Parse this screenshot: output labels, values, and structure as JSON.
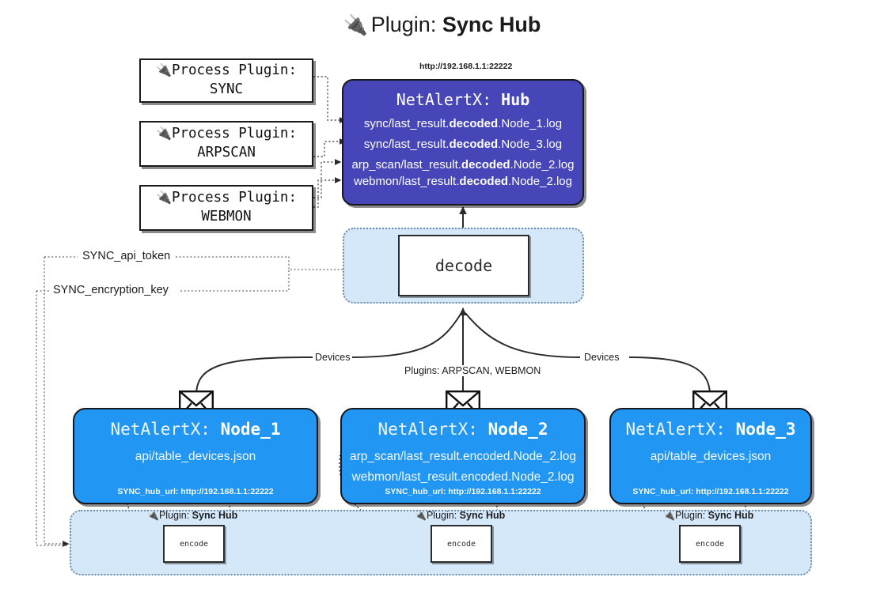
{
  "header": {
    "plug_icon": "plug-icon",
    "prefix": "Plugin:",
    "name": "Sync Hub"
  },
  "process_plugins": [
    {
      "line1": "Process Plugin:",
      "line2": "SYNC"
    },
    {
      "line1": "Process Plugin:",
      "line2": "ARPSCAN"
    },
    {
      "line1": "Process Plugin:",
      "line2": "WEBMON"
    }
  ],
  "hub": {
    "address": "http://192.168.1.1:22222",
    "title_prefix": "NetAlertX:",
    "title_name": "Hub",
    "logs": [
      {
        "pre": "sync/last_result.",
        "mid": "decoded",
        "post": ".Node_1.log"
      },
      {
        "pre": "sync/last_result.",
        "mid": "decoded",
        "post": ".Node_3.log"
      },
      {
        "pre": "arp_scan/last_result.",
        "mid": "decoded",
        "post": ".Node_2.log"
      },
      {
        "pre": "webmon/last_result.",
        "mid": "decoded",
        "post": ".Node_2.log"
      }
    ]
  },
  "decode": {
    "label": "decode"
  },
  "variables": [
    {
      "label": "SYNC_api_token"
    },
    {
      "label": "SYNC_encryption_key"
    }
  ],
  "edge_labels": {
    "devices_left": "Devices",
    "devices_right": "Devices",
    "plugins_center": "Plugins: ARPSCAN, WEBMON"
  },
  "nodes": [
    {
      "title_prefix": "NetAlertX:",
      "title_name": "Node_1",
      "lines": [
        "api/table_devices.json"
      ],
      "footer": "SYNC_hub_url: http://192.168.1.1:22222",
      "envelope_icon": "envelope-icon"
    },
    {
      "title_prefix": "NetAlertX:",
      "title_name": "Node_2",
      "lines": [
        "arp_scan/last_result.encoded.Node_2.log",
        "webmon/last_result.encoded.Node_2.log"
      ],
      "footer": "SYNC_hub_url: http://192.168.1.1:22222",
      "envelope_icon": "envelope-icon"
    },
    {
      "title_prefix": "NetAlertX:",
      "title_name": "Node_3",
      "lines": [
        "api/table_devices.json"
      ],
      "footer": "SYNC_hub_url: http://192.168.1.1:22222",
      "envelope_icon": "envelope-icon"
    }
  ],
  "encoders": [
    {
      "tag_prefix": "Plugin:",
      "tag_name": "Sync Hub",
      "label": "encode"
    },
    {
      "tag_prefix": "Plugin:",
      "tag_name": "Sync Hub",
      "label": "encode"
    },
    {
      "tag_prefix": "Plugin:",
      "tag_name": "Sync Hub",
      "label": "encode"
    }
  ],
  "colors": {
    "hub_fill": "#4646b8",
    "node_fill": "#2196f3",
    "cluster_fill": "#d5e8fa",
    "stroke": "#17171f",
    "dotted": "#6f8ba3"
  }
}
